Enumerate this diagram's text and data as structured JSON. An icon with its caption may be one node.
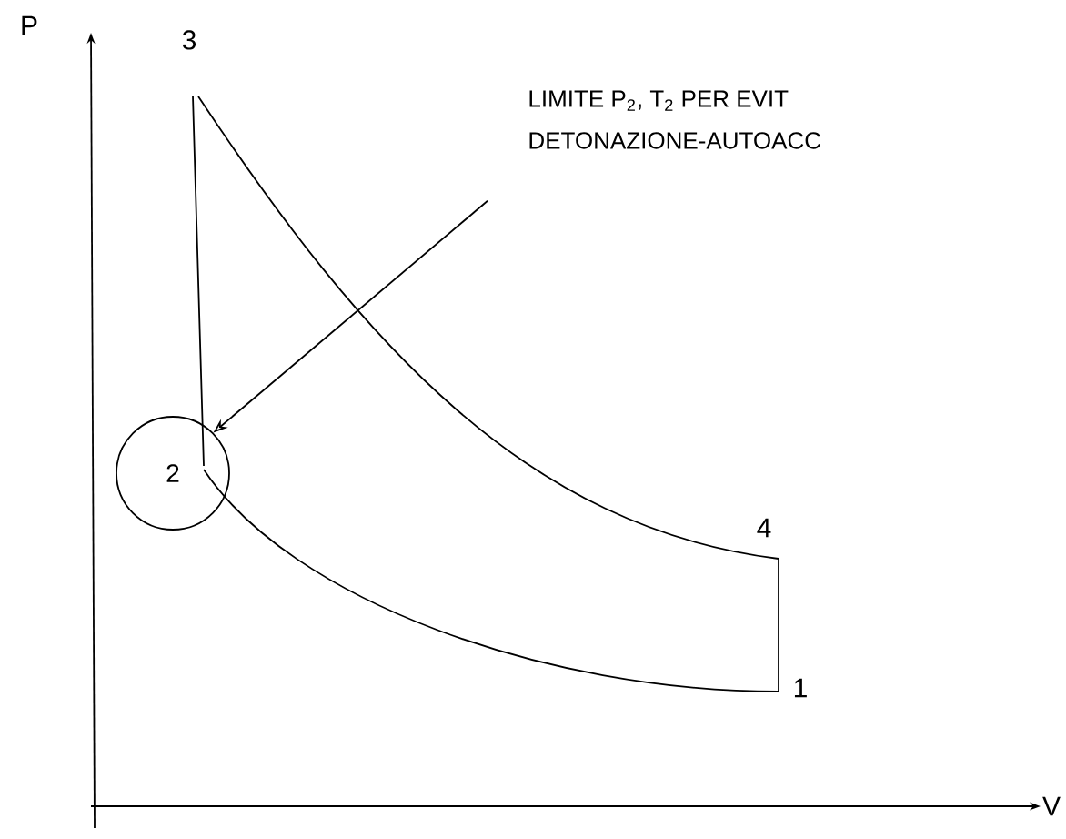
{
  "diagram": {
    "nodes": [
      {
        "text": [
          "LIMITE P$_{2}$, T$_{2}$ PER EVIT",
          "DETONAZIONE-AUTOACC"
        ]
      },
      {
        "text": [
          "2"
        ]
      }
    ],
    "edges": [
      {
        "from": 0,
        "to": 1,
        "arrow": "to"
      }
    ],
    "labels": [
      "P",
      "3",
      "4",
      "1",
      "V"
    ]
  }
}
